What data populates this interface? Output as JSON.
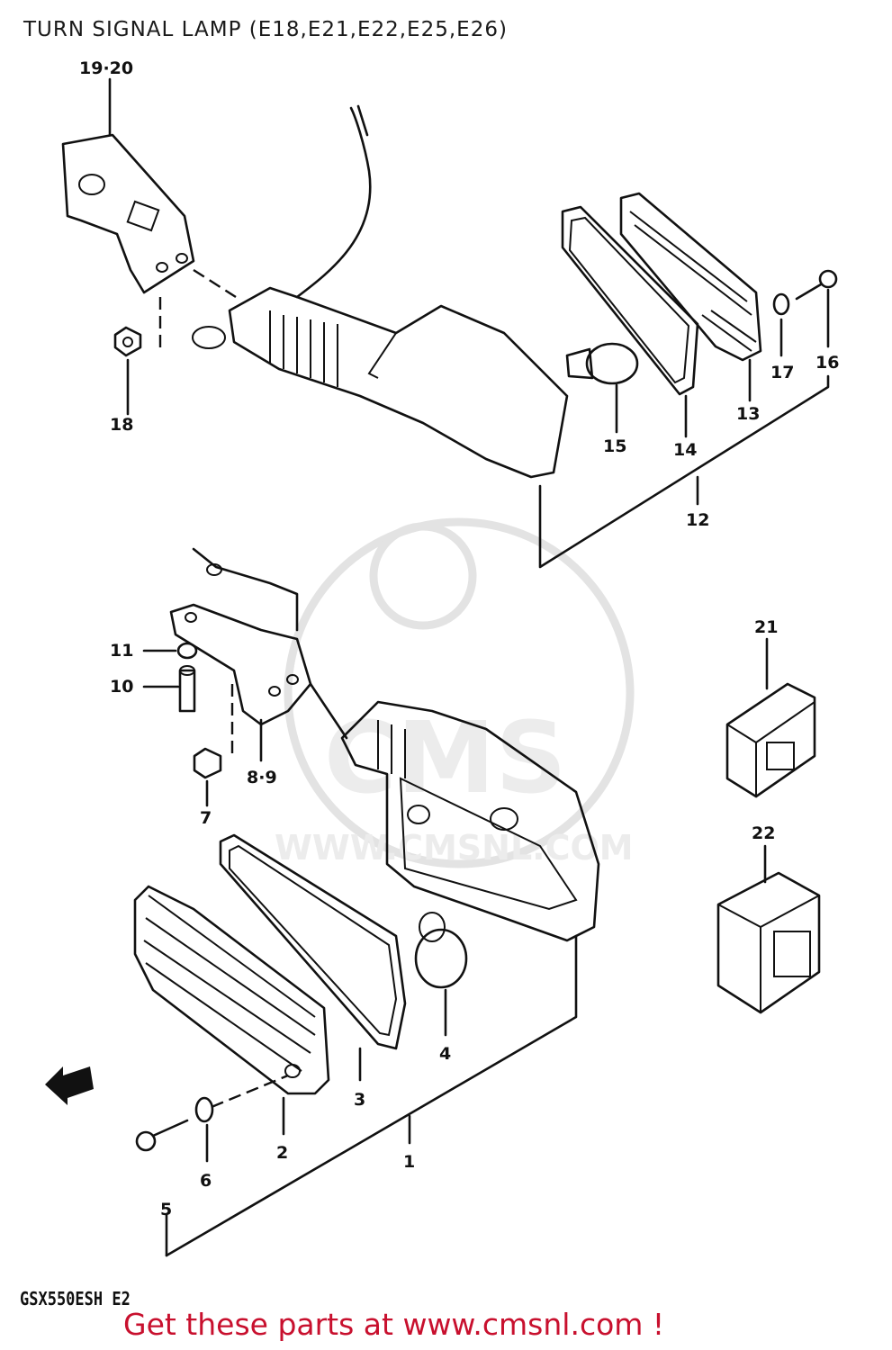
{
  "header": {
    "title": "TURN SIGNAL LAMP (E18,E21,E22,E25,E26)"
  },
  "model_code": "GSX550ESH E2",
  "footer": {
    "link_text": "Get these parts at www.cmsnl.com !"
  },
  "watermark": {
    "text": "WWW.CMSNL.COM",
    "brand": "CMS"
  },
  "parts": {
    "p1": "1",
    "p2": "2",
    "p3": "3",
    "p4": "4",
    "p5": "5",
    "p6": "6",
    "p7": "7",
    "p8_9": "8·9",
    "p10": "10",
    "p11": "11",
    "p12": "12",
    "p13": "13",
    "p14": "14",
    "p15": "15",
    "p16": "16",
    "p17": "17",
    "p18": "18",
    "p19_20": "19·20",
    "p21": "21",
    "p22": "22"
  },
  "icons": {
    "direction": "front-arrow-icon"
  }
}
